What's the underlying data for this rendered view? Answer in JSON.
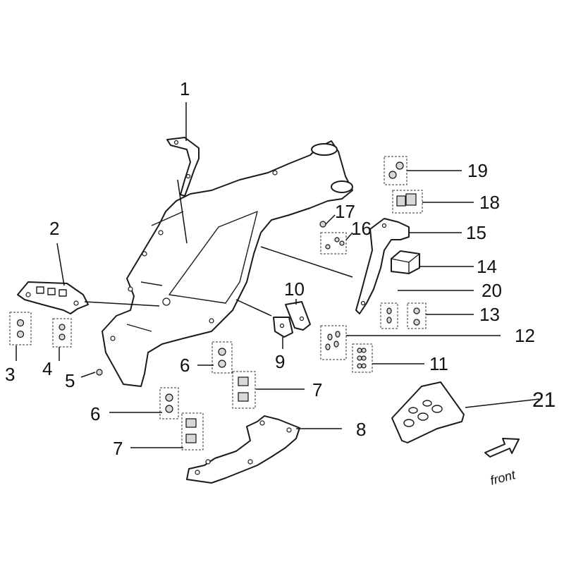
{
  "callouts": {
    "c1": "1",
    "c2": "2",
    "c3": "3",
    "c4": "4",
    "c5": "5",
    "c6a": "6",
    "c6b": "6",
    "c7a": "7",
    "c7b": "7",
    "c8": "8",
    "c9": "9",
    "c10": "10",
    "c11": "11",
    "c12": "12",
    "c13": "13",
    "c14": "14",
    "c15": "15",
    "c16": "16",
    "c17": "17",
    "c18": "18",
    "c19": "19",
    "c20": "20",
    "c21": "21"
  },
  "direction": {
    "label": "front"
  }
}
